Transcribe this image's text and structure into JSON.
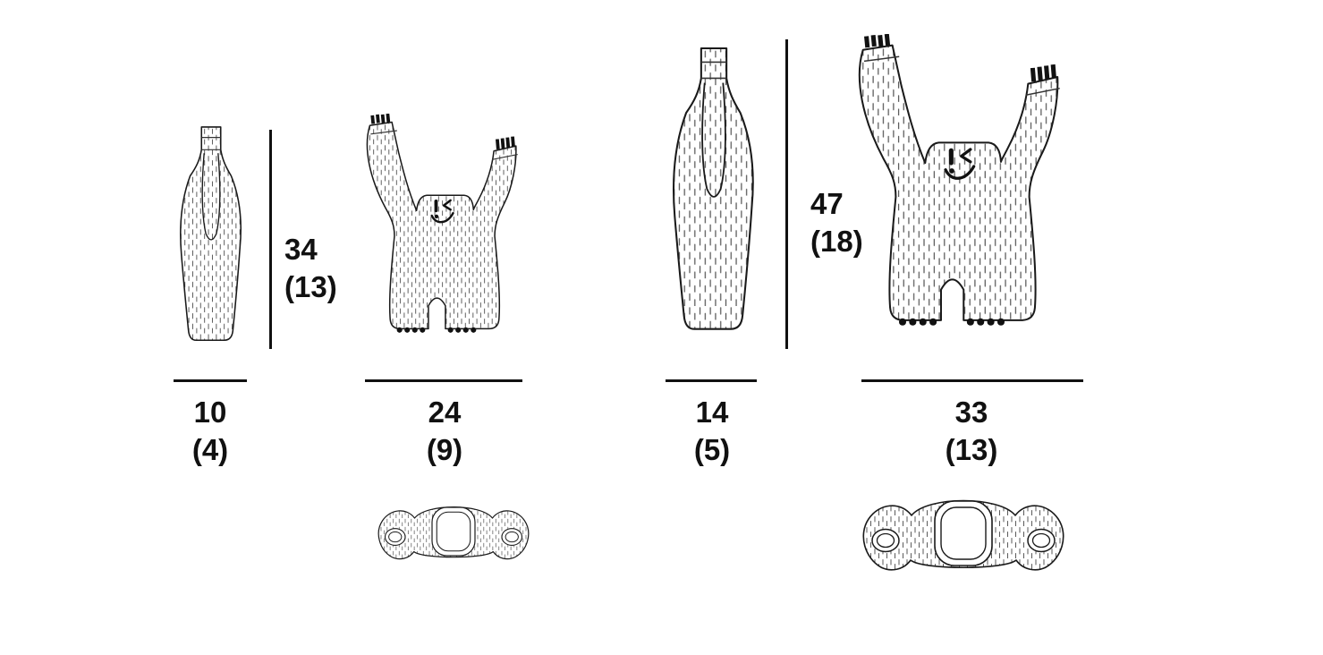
{
  "colors": {
    "ink": "#111111",
    "background": "#ffffff"
  },
  "small_figure": {
    "height": {
      "primary": "34",
      "secondary": "(13)"
    },
    "side_width": {
      "primary": "10",
      "secondary": "(4)"
    },
    "front_width": {
      "primary": "24",
      "secondary": "(9)"
    }
  },
  "large_figure": {
    "height": {
      "primary": "47",
      "secondary": "(18)"
    },
    "side_width": {
      "primary": "14",
      "secondary": "(5)"
    },
    "front_width": {
      "primary": "33",
      "secondary": "(13)"
    }
  }
}
